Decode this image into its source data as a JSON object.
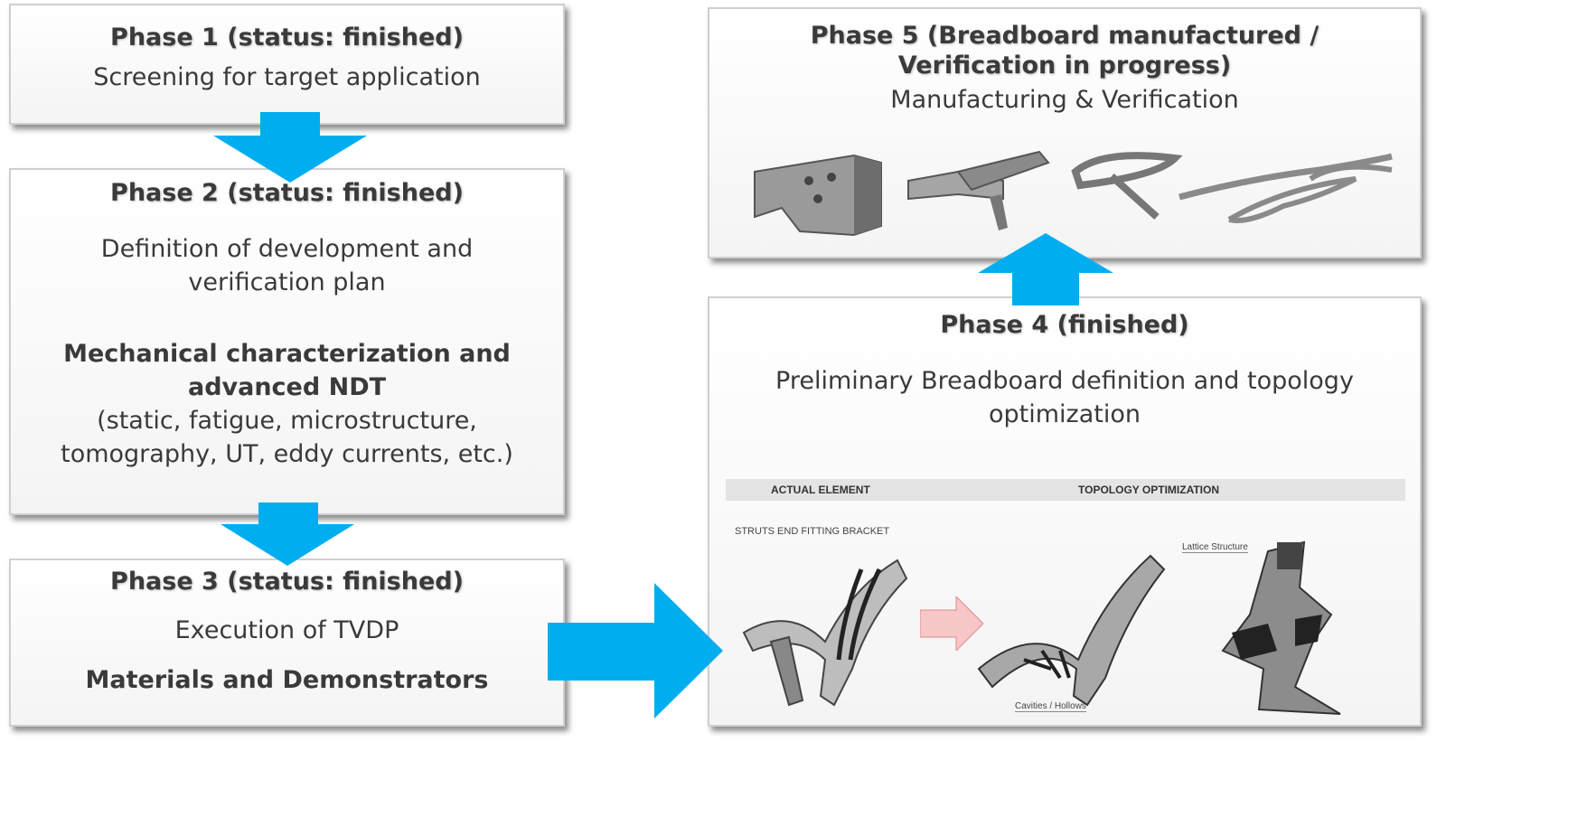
{
  "phase1": {
    "title": "Phase 1 (status: finished)",
    "subtitle": "Screening for target application"
  },
  "phase2": {
    "title": "Phase 2 (status: finished)",
    "line1": "Definition of development and",
    "line2": "verification plan",
    "bold1": "Mechanical characterization  and",
    "bold2": "advanced NDT",
    "detail1": "(static, fatigue, microstructure,",
    "detail2": "tomography, UT, eddy currents, etc.)"
  },
  "phase3": {
    "title": "Phase 3 (status: finished)",
    "subtitle": "Execution of TVDP",
    "bold": "Materials and Demonstrators"
  },
  "phase4": {
    "title": "Phase 4 (finished)",
    "line1": "Preliminary Breadboard definition and topology",
    "line2": "optimization",
    "figure": {
      "col1": "ACTUAL ELEMENT",
      "col2": "TOPOLOGY OPTIMIZATION",
      "caption": "STRUTS END FITTING BRACKET",
      "lattice": "Lattice Structure",
      "cavities": "Cavities / Hollows"
    }
  },
  "phase5": {
    "title1": "Phase 5 (Breadboard manufactured /",
    "title2": "Verification in progress)",
    "subtitle": "Manufacturing & Verification"
  },
  "colors": {
    "arrow": "#00AEEF",
    "box_border": "#cfcfcf",
    "text": "#3a3a3a"
  }
}
